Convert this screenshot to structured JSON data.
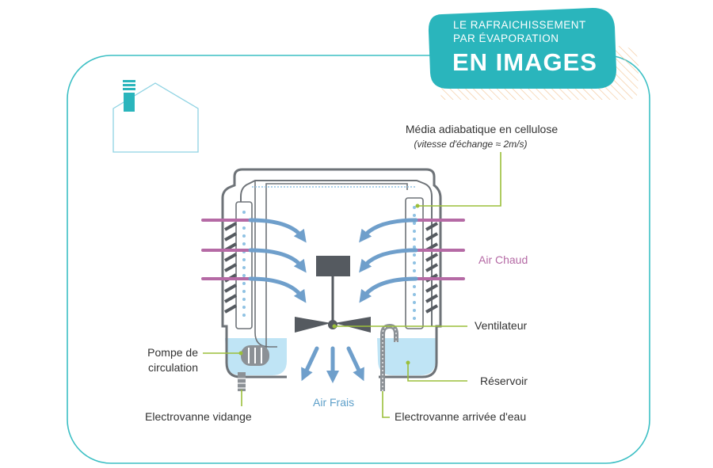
{
  "banner": {
    "line1": "LE RAFRAICHISSEMENT",
    "line2": "PAR ÉVAPORATION",
    "line3": "EN IMAGES"
  },
  "labels": {
    "media": "Média adiabatique en cellulose",
    "media_sub": "(vitesse d'échange ≈ 2m/s)",
    "air_chaud": "Air Chaud",
    "ventilateur": "Ventilateur",
    "pompe_line1": "Pompe de",
    "pompe_line2": "circulation",
    "reservoir": "Réservoir",
    "air_frais": "Air Frais",
    "electrovanne_vidange": "Electrovanne vidange",
    "electrovanne_arrivee": "Electrovanne arrivée d'eau"
  },
  "colors": {
    "teal": "#2ab5bc",
    "frame": "#3bbfc4",
    "house": "#8fd3e3",
    "gray_dark": "#555a60",
    "gray_outline": "#6e7378",
    "water": "#bfe4f5",
    "arrow_blue": "#6f9fcb",
    "hot_pink": "#b56aa5",
    "callout_green": "#9bbf3a",
    "text_dark": "#333333",
    "air_frais_text": "#5d9fc9",
    "air_chaud_text": "#b56aa5"
  }
}
